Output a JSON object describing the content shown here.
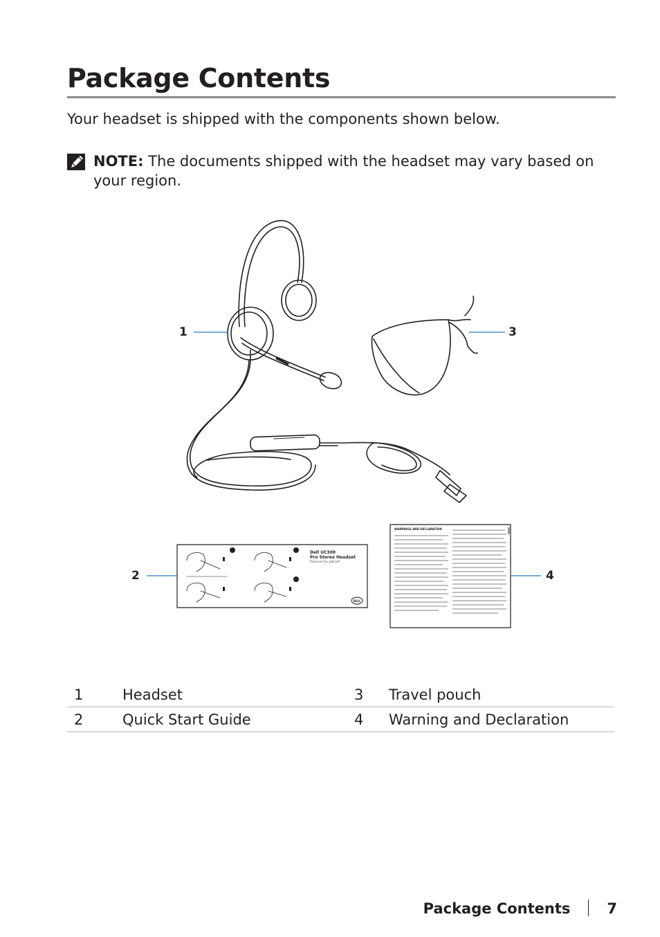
{
  "page": {
    "title": "Package Contents",
    "intro": "Your headset is shipped with the components shown below.",
    "note_label": "NOTE:",
    "note_text": "The documents shipped with the headset may vary based on your region."
  },
  "figure": {
    "callouts": [
      "1",
      "2",
      "3",
      "4"
    ],
    "guide_text": {
      "line1": "Dell UC300",
      "line2": "Pro Stereo Headset",
      "line3": "Powered by Jabra®",
      "logo": "DELL"
    },
    "warning_doc": {
      "title": "WARNINGS AND DECLARATION"
    }
  },
  "table": {
    "rows": [
      {
        "n1": "1",
        "l1": "Headset",
        "n2": "3",
        "l2": "Travel pouch"
      },
      {
        "n1": "2",
        "l1": "Quick Start Guide",
        "n2": "4",
        "l2": "Warning and Declaration"
      }
    ]
  },
  "footer": {
    "title": "Package Contents",
    "page_number": "7"
  },
  "colors": {
    "text": "#231f20",
    "rule": "#8a8a8a",
    "callout_line": "#2b7bbf"
  }
}
